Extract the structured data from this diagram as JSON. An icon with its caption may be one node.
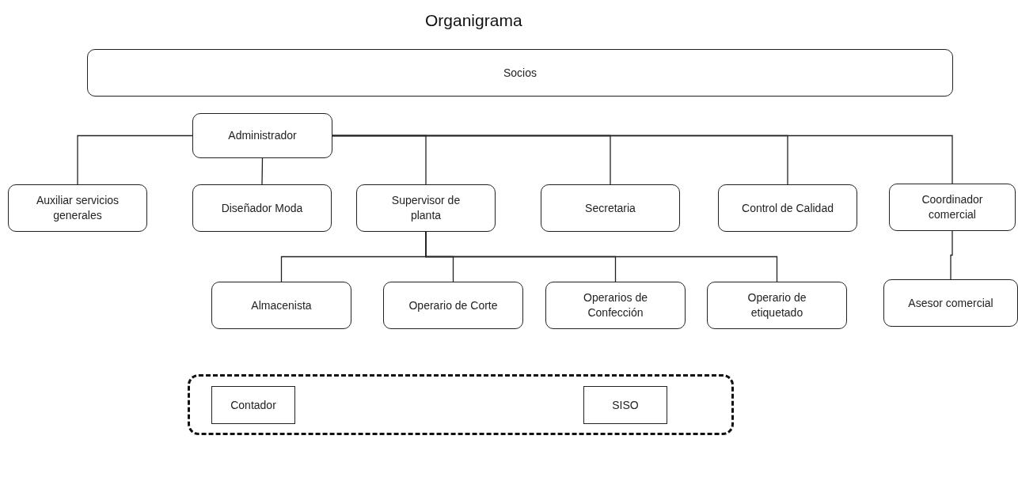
{
  "diagram": {
    "title": "Organigrama",
    "nodes": [
      {
        "text": [
          "Socios"
        ]
      },
      {
        "text": [
          "Administrador"
        ]
      },
      {
        "text": [
          "Auxiliar servicios generales"
        ]
      },
      {
        "text": [
          "Diseñador Moda"
        ]
      },
      {
        "text": [
          "Supervisor de planta"
        ]
      },
      {
        "text": [
          "Secretaria"
        ]
      },
      {
        "text": [
          "Control de Calidad"
        ]
      },
      {
        "text": [
          "Coordinador comercial"
        ]
      },
      {
        "text": [
          "Almacenista"
        ]
      },
      {
        "text": [
          "Operario de Corte"
        ]
      },
      {
        "text": [
          "Operarios de Confección"
        ]
      },
      {
        "text": [
          "Operario de etiquetado"
        ]
      },
      {
        "text": [
          "Asesor comercial"
        ]
      },
      {
        "text": [],
        "shape": "box"
      },
      {
        "text": [
          "Contador"
        ],
        "in": 13
      },
      {
        "text": [
          "SISO"
        ],
        "in": 13
      }
    ],
    "edges": [
      {
        "from": 1,
        "to": 2,
        "arrow": "none"
      },
      {
        "from": 1,
        "to": 3,
        "arrow": "none"
      },
      {
        "from": 1,
        "to": 4,
        "arrow": "none"
      },
      {
        "from": 1,
        "to": 5,
        "arrow": "none"
      },
      {
        "from": 1,
        "to": 6,
        "arrow": "none"
      },
      {
        "from": 1,
        "to": 7,
        "arrow": "none"
      },
      {
        "from": 4,
        "to": 8,
        "arrow": "none"
      },
      {
        "from": 4,
        "to": 9,
        "arrow": "none"
      },
      {
        "from": 4,
        "to": 10,
        "arrow": "none"
      },
      {
        "from": 4,
        "to": 11,
        "arrow": "none"
      },
      {
        "from": 7,
        "to": 12,
        "arrow": "none"
      }
    ]
  }
}
